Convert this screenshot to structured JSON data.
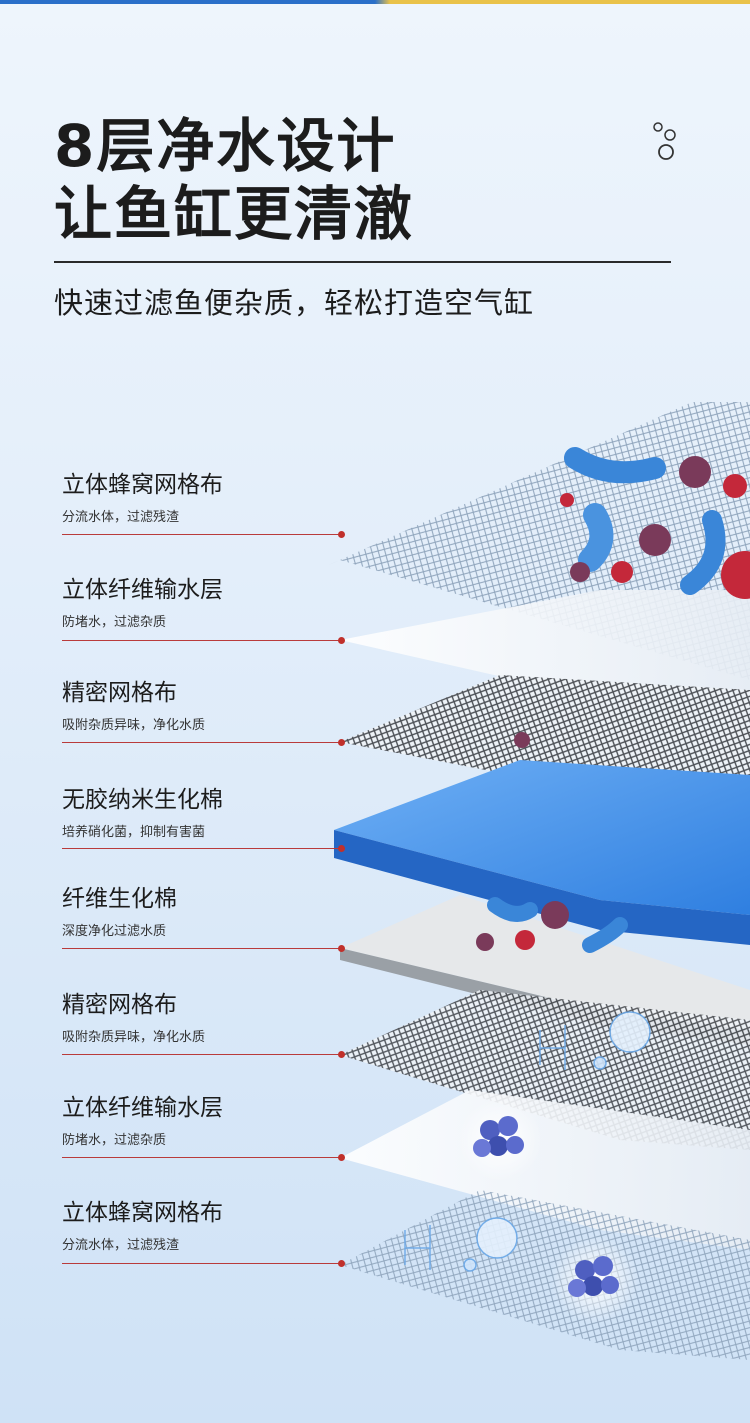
{
  "header": {
    "title_line1": "8层净水设计",
    "title_line2": "让鱼缸更清澈",
    "subtitle": "快速过滤鱼便杂质，轻松打造空气缸"
  },
  "colors": {
    "accent_blue": "#3d8be6",
    "leader_red": "#c0302b",
    "text_dark": "#1c1c1c"
  },
  "layers": [
    {
      "name": "立体蜂窝网格布",
      "desc": "分流水体，过滤残渣"
    },
    {
      "name": "立体纤维输水层",
      "desc": "防堵水，过滤杂质"
    },
    {
      "name": "精密网格布",
      "desc": "吸附杂质异味，净化水质"
    },
    {
      "name": "无胶纳米生化棉",
      "desc": "培养硝化菌，抑制有害菌"
    },
    {
      "name": "纤维生化棉",
      "desc": "深度净化过滤水质"
    },
    {
      "name": "精密网格布",
      "desc": "吸附杂质异味，净化水质"
    },
    {
      "name": "立体纤维输水层",
      "desc": "防堵水，过滤杂质"
    },
    {
      "name": "立体蜂窝网格布",
      "desc": "分流水体，过滤残渣"
    }
  ],
  "illustration": {
    "icons": [
      "bacteria-icon",
      "virus-icon",
      "water-h2o-icon",
      "cell-cluster-icon"
    ]
  }
}
